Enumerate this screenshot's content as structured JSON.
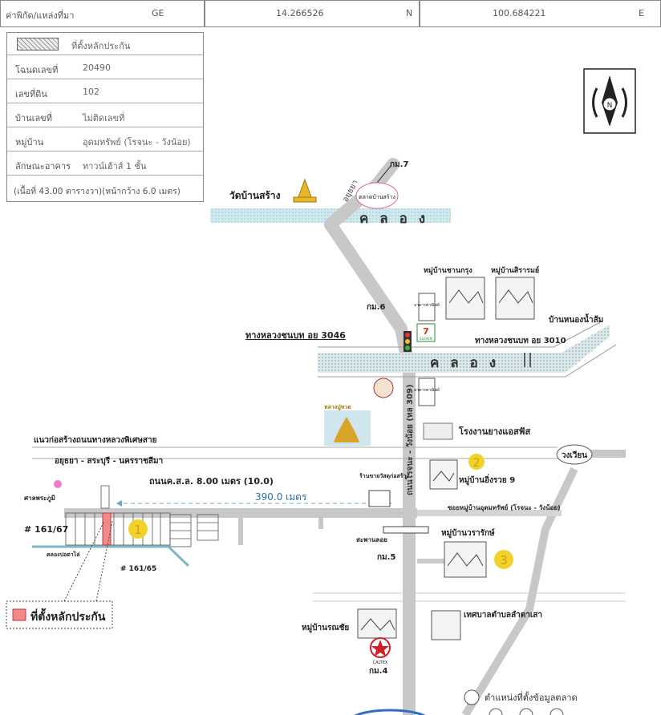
{
  "header": {
    "coord_label": "ค่าพิกัด/แหล่งที่มา",
    "source": "GE",
    "lat": "14.266526",
    "lat_dir": "N",
    "lon": "100.684221",
    "lon_dir": "E"
  },
  "info": {
    "legend_label": "ที่ตั้งหลักประกัน",
    "rows": [
      {
        "key": "โฉนดเลขที่",
        "value": "20490"
      },
      {
        "key": "เลขที่ดิน",
        "value": "102"
      },
      {
        "key": "บ้านเลขที่",
        "value": "ไม่ติดเลขที่"
      },
      {
        "key": "หมู่บ้าน",
        "value": "อุดมทรัพย์ (โรจนะ - วังน้อย)"
      },
      {
        "key": "ลักษณะอาคาร",
        "value": "ทาวน์เฮ้าส์ 1 ชั้น"
      }
    ],
    "area_note": "(เนื้อที่ 43.00 ตารางวา)(หน้ากว้าง 6.0 เมตร)"
  },
  "compass_letter": "N",
  "map": {
    "km7": "กม.7",
    "km6": "กม.6",
    "km5": "กม.5",
    "km4": "กม.4",
    "ayutthaya_road": "อยุธยา",
    "market": "ตลาดบ้านสร้าง",
    "temple": "วัดบ้านสร้าง",
    "canal_1": "ค ล อ ง",
    "canal_2": "ค ล อ ง",
    "village_a": "หมู่บ้านชานกรุง",
    "village_b": "หมู่บ้านสิรารมย์",
    "pharmacy": "อาคารพาณิชย์",
    "pharmacy_2": "อาคารพาณิชย์",
    "nong_nam_som": "บ้านหนองน้ำส้ม",
    "rural_road_3046": "ทางหลวงชนบท อย 3046",
    "rural_road_3010": "ทางหลวงชนบท อย 3010",
    "rojana_road": "ถนนโรจนะ - วังน้อย (ทล 309)",
    "luang_por": "หลวงปู่ทวด",
    "asphalt_plant": "โรงงานยางแอสฟัส",
    "motorway_line": "แนวก่อสร้างถนนทางหลวงพิเศษสาย",
    "motorway_route": "อยุธยา - สระบุรี - นครราชสีมา",
    "roundabout": "วงเวียน",
    "road_size": "ถนนค.ส.ล. 8.00 เมตร (10.0)",
    "distance": "390.0 เมตร",
    "shrine": "ศาลพระภูมิ",
    "shop": "ร้านขายวัสดุก่อสร้าง",
    "soi_udom": "ซอยหมู่บ้านอุดมทรัพย์ (โรจนะ - วังน้อย)",
    "village_9": "หมู่บ้านอิ่งรวย 9",
    "plot_1": "# 161/67",
    "plot_2": "# 161/65",
    "drain": "คลองปอดาไล่",
    "bridge": "สะพานลอย",
    "village_vararak": "หมู่บ้านวรารักษ์",
    "village_ronnachai": "หมู่บ้านรณชัย",
    "municipality": "เทศบาลตำบลลำตาเสา",
    "caltex": "CALTEX",
    "seven": "7",
    "seven_text": "ELEVEN",
    "marker_1": "1",
    "marker_2": "2",
    "marker_3": "3",
    "collateral_label": "ที่ตั้งหลักประกัน",
    "market_data_legend": "ตำแหน่งที่ตั้งข้อมูลตลาด"
  },
  "colors": {
    "canal": "#bfe3e9",
    "road": "#c8c8c8",
    "marker": "#f2d22a",
    "caltex_red": "#d0202a",
    "plot": "#f08a8a"
  }
}
